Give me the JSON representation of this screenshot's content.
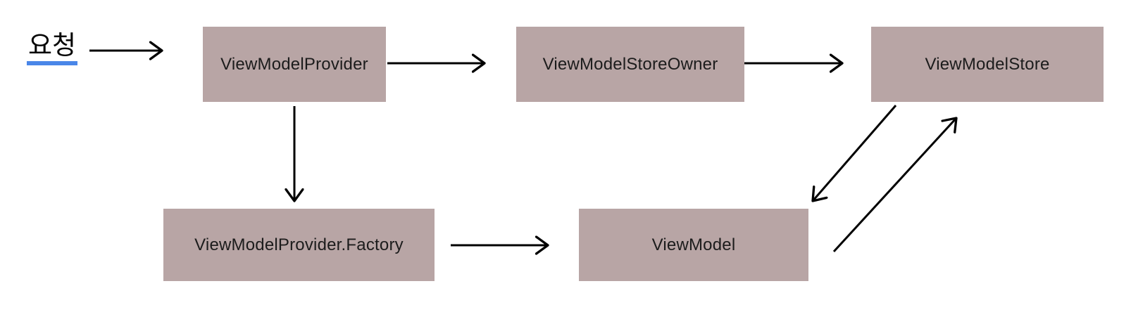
{
  "diagram": {
    "title_implied": "ViewModel creation flow",
    "request_label": {
      "text": "요청",
      "underline_color": "#4a86e8"
    },
    "nodes": [
      {
        "id": "view-model-provider",
        "label": "ViewModelProvider"
      },
      {
        "id": "view-model-store-owner",
        "label": "ViewModelStoreOwner"
      },
      {
        "id": "view-model-store",
        "label": "ViewModelStore"
      },
      {
        "id": "view-model-provider-factory",
        "label": "ViewModelProvider.Factory"
      },
      {
        "id": "view-model",
        "label": "ViewModel"
      }
    ],
    "edges": [
      {
        "from": "요청",
        "to": "ViewModelProvider",
        "direction": "right"
      },
      {
        "from": "ViewModelProvider",
        "to": "ViewModelStoreOwner",
        "direction": "right"
      },
      {
        "from": "ViewModelStoreOwner",
        "to": "ViewModelStore",
        "direction": "right"
      },
      {
        "from": "ViewModelProvider",
        "to": "ViewModelProvider.Factory",
        "direction": "down"
      },
      {
        "from": "ViewModelProvider.Factory",
        "to": "ViewModel",
        "direction": "right"
      },
      {
        "from": "ViewModelStore",
        "to": "ViewModel",
        "direction": "down-left"
      },
      {
        "from": "ViewModel",
        "to": "ViewModelStore",
        "direction": "up-right"
      }
    ],
    "colors": {
      "node_fill": "#b8a5a5",
      "node_text": "#1c1c1c",
      "arrow": "#000000",
      "request_underline": "#4a86e8",
      "background": "#ffffff"
    }
  }
}
